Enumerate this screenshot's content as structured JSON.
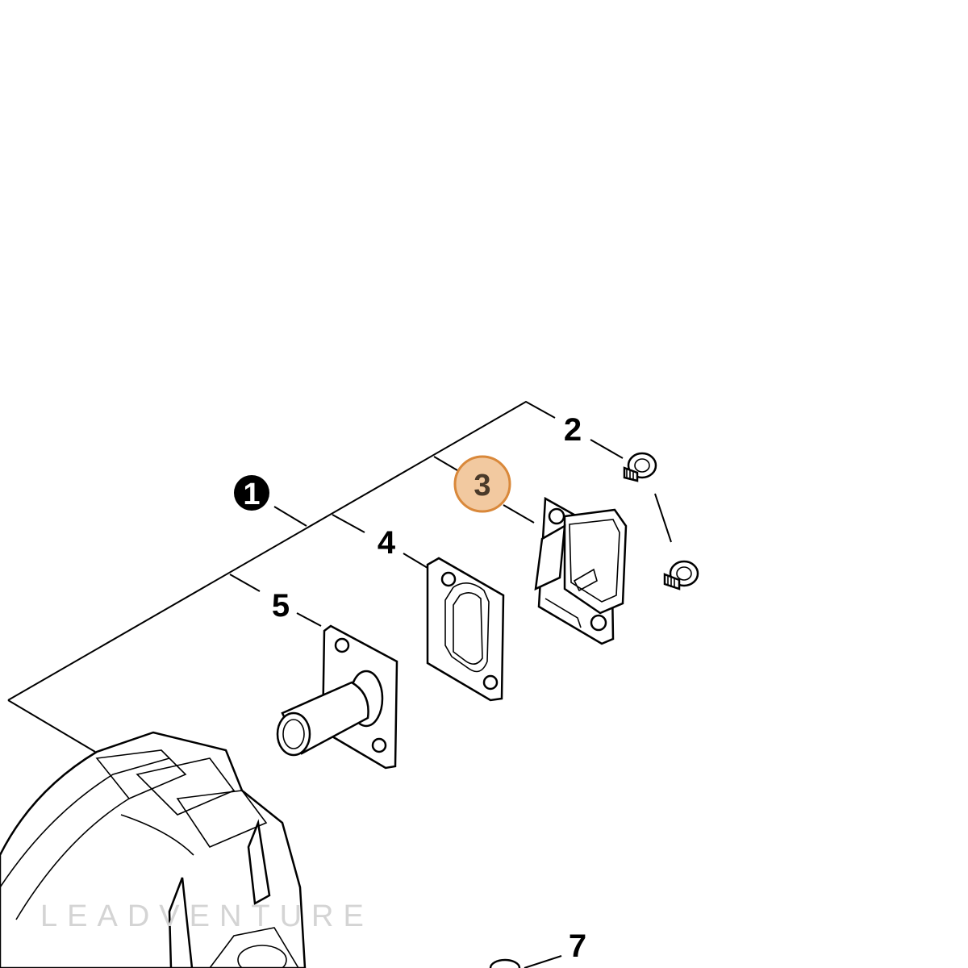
{
  "callouts": [
    {
      "id": "1",
      "label": "1",
      "style": "filled"
    },
    {
      "id": "2",
      "label": "2",
      "style": "plain"
    },
    {
      "id": "3",
      "label": "3",
      "style": "highlighted"
    },
    {
      "id": "4",
      "label": "4",
      "style": "plain"
    },
    {
      "id": "5",
      "label": "5",
      "style": "plain"
    },
    {
      "id": "7",
      "label": "7",
      "style": "plain"
    }
  ],
  "watermark": {
    "text": "LEADVENTURE"
  },
  "colors": {
    "highlight_fill": "#f2c9a0",
    "highlight_stroke": "#d9883a",
    "line": "#000000",
    "background": "#ffffff"
  }
}
